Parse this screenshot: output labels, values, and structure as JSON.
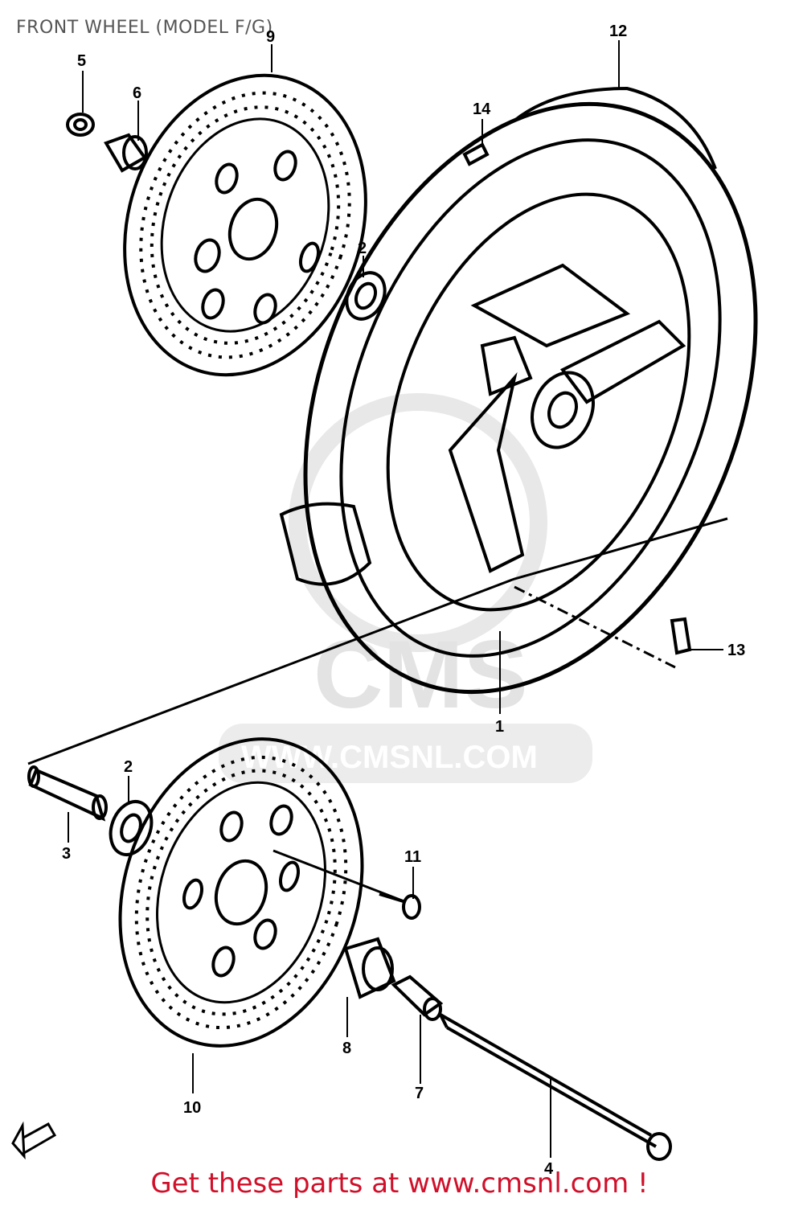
{
  "title": "FRONT WHEEL (MODEL F/G)",
  "watermark": {
    "logo": "CMS",
    "url": "WWW.CMSNL.COM"
  },
  "callouts": {
    "c1": "1",
    "c2a": "2",
    "c2b": "2",
    "c3": "3",
    "c4": "4",
    "c5": "5",
    "c6": "6",
    "c7": "7",
    "c8": "8",
    "c9": "9",
    "c10": "10",
    "c11": "11",
    "c12": "12",
    "c13": "13",
    "c14": "14"
  },
  "footer": "Get these parts at www.cmsnl.com !",
  "colors": {
    "line": "#000000",
    "footer": "#d0102a",
    "watermark": "#e3e3e3",
    "title": "#555555"
  }
}
